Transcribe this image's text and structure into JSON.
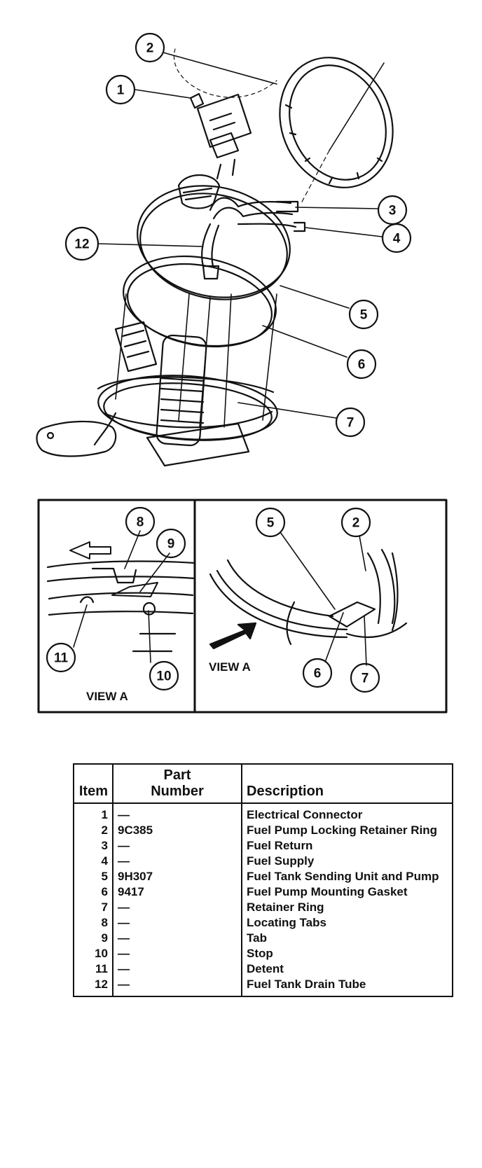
{
  "callouts": {
    "c1": "1",
    "c2": "2",
    "c3": "3",
    "c4": "4",
    "c5": "5",
    "c6": "6",
    "c7": "7",
    "c12": "12",
    "va8": "8",
    "va9": "9",
    "va10": "10",
    "va11": "11",
    "vb5": "5",
    "vb2": "2",
    "vb6": "6",
    "vb7": "7"
  },
  "view_labels": {
    "left": "VIEW A",
    "right": "VIEW A"
  },
  "table": {
    "headers": {
      "item": "Item",
      "part_line1": "Part",
      "part_line2": "Number",
      "description": "Description"
    },
    "rows": [
      {
        "item": "1",
        "part": "—",
        "description": "Electrical Connector"
      },
      {
        "item": "2",
        "part": "9C385",
        "description": "Fuel Pump Locking Retainer Ring"
      },
      {
        "item": "3",
        "part": "—",
        "description": "Fuel Return"
      },
      {
        "item": "4",
        "part": "—",
        "description": "Fuel Supply"
      },
      {
        "item": "5",
        "part": "9H307",
        "description": "Fuel Tank Sending Unit and Pump"
      },
      {
        "item": "6",
        "part": "9417",
        "description": "Fuel Pump Mounting Gasket"
      },
      {
        "item": "7",
        "part": "—",
        "description": "Retainer Ring"
      },
      {
        "item": "8",
        "part": "—",
        "description": "Locating Tabs"
      },
      {
        "item": "9",
        "part": "—",
        "description": "Tab"
      },
      {
        "item": "10",
        "part": "—",
        "description": "Stop"
      },
      {
        "item": "11",
        "part": "—",
        "description": "Detent"
      },
      {
        "item": "12",
        "part": "—",
        "description": "Fuel Tank Drain Tube"
      }
    ]
  }
}
